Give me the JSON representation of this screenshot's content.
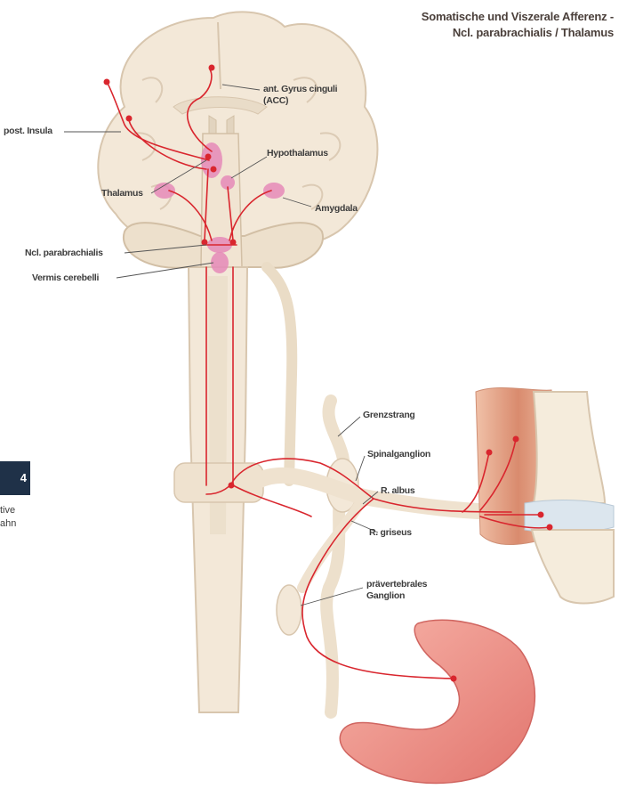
{
  "title": {
    "line1": "Somatische und Viszerale Afferenz -",
    "line2": "Ncl. parabrachialis / Thalamus"
  },
  "labels": {
    "acc_line1": "ant. Gyrus cinguli",
    "acc_line2": "(ACC)",
    "post_insula": "post. Insula",
    "hypothalamus": "Hypothalamus",
    "thalamus": "Thalamus",
    "amygdala": "Amygdala",
    "ncl_parabrachialis": "Ncl. parabrachialis",
    "vermis_cerebelli": "Vermis cerebelli",
    "grenzstrang": "Grenzstrang",
    "spinalganglion": "Spinalganglion",
    "r_albus": "R. albus",
    "r_griseus": "R. griseus",
    "praevertebrales_line1": "prävertebrales",
    "praevertebrales_line2": "Ganglion"
  },
  "figure": {
    "number_fragment": "4",
    "caption_line1": "tive",
    "caption_line2": "ahn"
  },
  "colors": {
    "pathway": "#d9262e",
    "nucleus": "#e58ab8",
    "tissue": "#f2e6d6",
    "tissue_outline": "#d8c6ae",
    "stomach": "#f0928a",
    "muscle": "#e4a58a",
    "badge": "#1f3148"
  }
}
